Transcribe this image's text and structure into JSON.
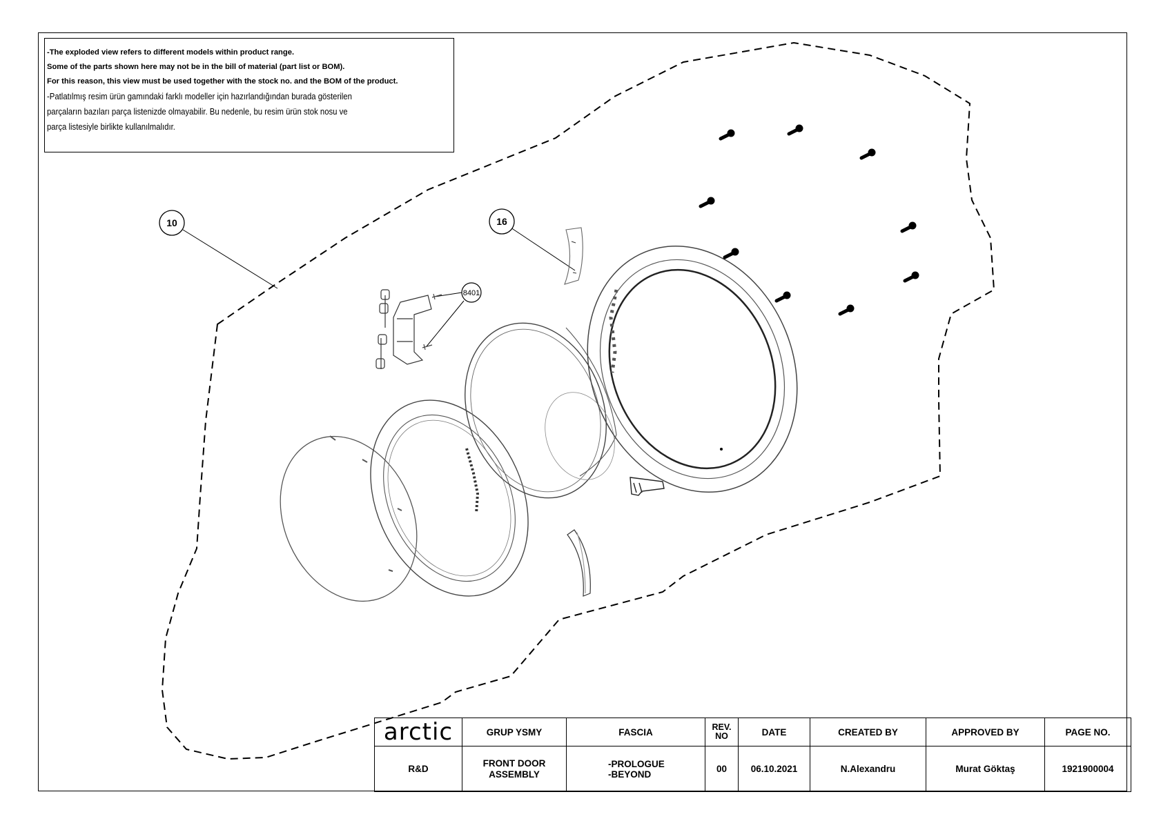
{
  "notice": {
    "lines_en": [
      "-The exploded view refers to different models within product range.",
      "Some of the parts shown here may not be in the bill of material (part list or BOM).",
      "For this reason, this view must be used together with the stock no. and the BOM of the product."
    ],
    "lines_tr": [
      "-Patlatılmış resim ürün gamındaki farklı modeller için hazırlandığından burada gösterilen",
      "parçaların bazıları parça listenizde olmayabilir. Bu nedenle, bu resim ürün stok nosu ve",
      "parça listesiyle birlikte kullanılmalıdır."
    ]
  },
  "callouts": {
    "assembly": "10",
    "hinge_cover": "16",
    "screw": "8401"
  },
  "title_block": {
    "logo": "arctic",
    "headers": {
      "group": "GRUP YSMY",
      "module": "FASCIA",
      "rev": "REV. NO",
      "date": "DATE",
      "created": "CREATED BY",
      "approved": "APPROVED BY",
      "page": "PAGE NO."
    },
    "values": {
      "dept": "R&D",
      "title_line1": "FRONT DOOR",
      "title_line2": "ASSEMBLY",
      "model_line1": "-PROLOGUE",
      "model_line2": "-BEYOND",
      "rev": "00",
      "date": "06.10.2021",
      "created": "N.Alexandru",
      "approved": "Murat Göktaş",
      "page": "1921900004"
    }
  }
}
